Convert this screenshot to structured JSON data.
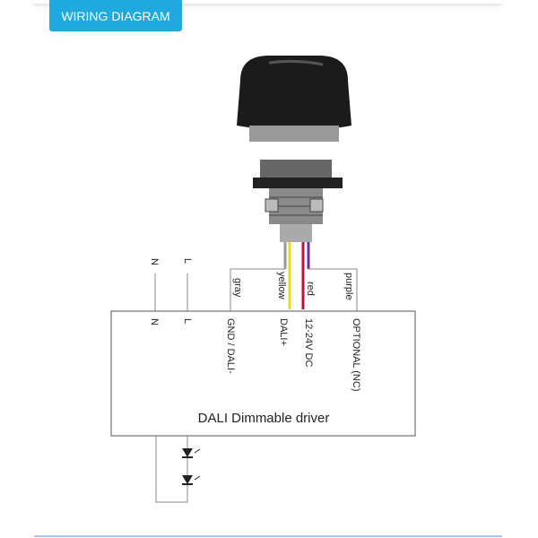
{
  "header": {
    "button_label": "WIRING DIAGRAM"
  },
  "wires": {
    "n_in": "N",
    "l_in": "L",
    "gray": "gray",
    "yellow": "yellow",
    "red": "red",
    "purple": "purple"
  },
  "driver": {
    "title": "DALI Dimmable driver",
    "n": "N",
    "l": "L",
    "gnd": "GND / DALI-",
    "dali": "DALI+",
    "power": "12-24V DC",
    "optional": "OPTIONAL (NC)"
  },
  "colors": {
    "accent": "#1fa9df"
  }
}
